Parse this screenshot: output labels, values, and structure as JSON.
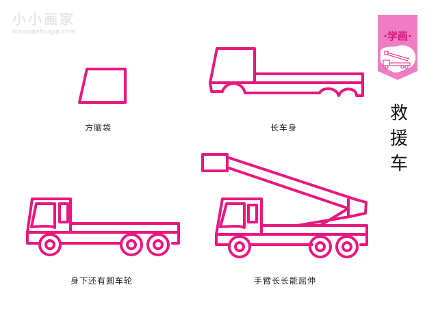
{
  "watermark": {
    "title": "小小画家",
    "url": "xiaoxiaohuajia.com"
  },
  "badge": {
    "label": "·学画·",
    "color": "#f06cbf"
  },
  "title": {
    "chars": [
      "救",
      "援",
      "车"
    ]
  },
  "steps": [
    {
      "label": "方脑袋"
    },
    {
      "label": "长车身"
    },
    {
      "label": "身下还有圆车轮"
    },
    {
      "label": "手臂长长能屈伸"
    }
  ],
  "colors": {
    "stroke": "#e8187e",
    "background": "#ffffff"
  }
}
